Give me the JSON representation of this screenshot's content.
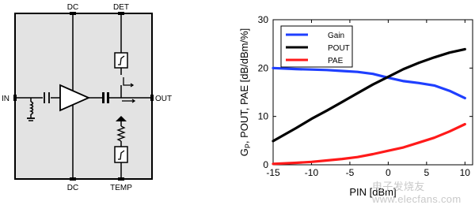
{
  "schematic": {
    "labels": {
      "dc_top": "DC",
      "det": "DET",
      "in": "IN",
      "out": "OUT",
      "dc_bottom": "DC",
      "temp": "TEMP"
    }
  },
  "chart_data": {
    "type": "line",
    "xlabel": "PIN [dBm]",
    "ylabel": "GP, POUT, PAE [dB/dBm/%]",
    "ylabel_main": "G",
    "ylabel_sub": "P",
    "ylabel_rest": ", POUT, PAE [dB/dBm/%]",
    "xlim": [
      -15,
      11
    ],
    "ylim": [
      0,
      30
    ],
    "xticks": [
      -15,
      -10,
      -5,
      0,
      5,
      10
    ],
    "yticks": [
      0,
      10,
      20,
      30
    ],
    "legend_position": "top-left",
    "series": [
      {
        "name": "Gain",
        "color": "#1f3fff",
        "x": [
          -15,
          -12,
          -10,
          -8,
          -6,
          -4,
          -2,
          0,
          2,
          4,
          6,
          8,
          10
        ],
        "y": [
          20.0,
          19.8,
          19.7,
          19.6,
          19.4,
          19.2,
          18.8,
          18.0,
          17.3,
          16.9,
          16.4,
          15.3,
          13.8
        ]
      },
      {
        "name": "POUT",
        "color": "#000000",
        "x": [
          -15,
          -12,
          -10,
          -8,
          -6,
          -4,
          -2,
          0,
          2,
          4,
          6,
          8,
          10
        ],
        "y": [
          4.9,
          7.6,
          9.5,
          11.2,
          13.0,
          14.8,
          16.6,
          18.2,
          19.8,
          21.1,
          22.2,
          23.2,
          23.9
        ]
      },
      {
        "name": "PAE",
        "color": "#ff1a1a",
        "x": [
          -15,
          -12,
          -10,
          -8,
          -6,
          -4,
          -2,
          0,
          2,
          4,
          6,
          8,
          10
        ],
        "y": [
          0.2,
          0.4,
          0.6,
          0.9,
          1.2,
          1.6,
          2.2,
          2.9,
          3.6,
          4.6,
          5.6,
          6.9,
          8.4
        ]
      }
    ]
  },
  "watermark": "电子发烧友 www.elecfans.com"
}
